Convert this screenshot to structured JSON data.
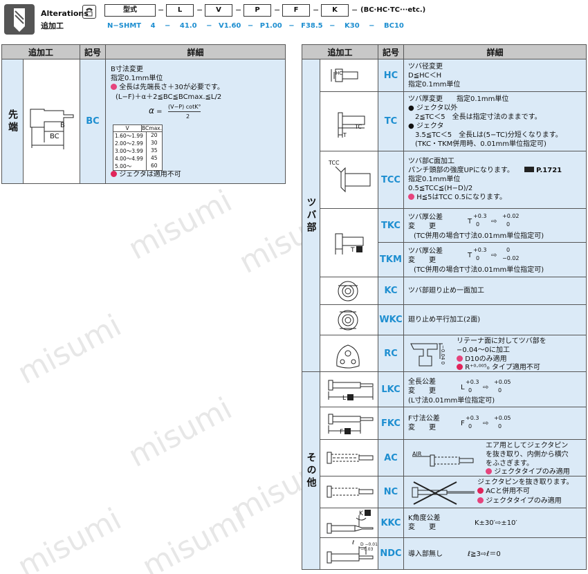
{
  "header": {
    "title_en": "Alterations",
    "title_jp": "追加工",
    "spec_items": [
      "型式",
      "L",
      "V",
      "P",
      "F",
      "K"
    ],
    "etc": "(BC·HC·TC···etc.)",
    "example": [
      "N−SHMT",
      "4",
      "41.0",
      "V1.60",
      "P1.00",
      "F38.5",
      "K30",
      "BC10"
    ]
  },
  "left_table": {
    "headers": [
      "追加工",
      "記号",
      "詳細"
    ],
    "group": "先端",
    "row": {
      "code": "BC",
      "lines": [
        "B寸法変更",
        "指定0.1mm単位",
        "全長は先端長さ＋30が必要です。",
        "(L−F)＋α＋2≦BC≦BCmax.≦L/2"
      ],
      "formula_alpha": "α",
      "formula_num": "(V−P) cotK°",
      "formula_den": "2",
      "table_headers": [
        "V",
        "BCmax."
      ],
      "table_rows": [
        [
          "1.60〜1.99",
          "20"
        ],
        [
          "2.00〜2.99",
          "30"
        ],
        [
          "3.00〜3.99",
          "35"
        ],
        [
          "4.00〜4.99",
          "45"
        ],
        [
          "5.00〜",
          "60"
        ]
      ],
      "note": "ジェクタは適用不可",
      "dim_b": "B",
      "dim_bc": "BC"
    }
  },
  "right_table": {
    "headers": [
      "追加工",
      "記号",
      "詳細"
    ],
    "group1": "ツバ部",
    "group2": "その他",
    "rows": [
      {
        "code": "HC",
        "lines": [
          "ツバ径変更",
          "D≦HC＜H",
          "指定0.1mm単位"
        ],
        "fig": "HC"
      },
      {
        "code": "TC",
        "lines": [
          "ツバ厚変更　　指定0.1mm単位",
          "● ジェクタ以外",
          "　2≦TC＜5　全長は指定寸法のままです。",
          "● ジェクタ",
          "　3.5≦TC＜5　全長Lは(5−TC)分短くなります。",
          "　(TKC・TKM併用時、0.01mm単位指定可)"
        ],
        "fig": "TC"
      },
      {
        "code": "TCC",
        "lines": [
          "ツバ部C面加工",
          "パンチ頭部の強度UPになります。",
          "指定0.1mm単位",
          "0.5≦TCC≦(H−D)/2",
          "H≦5はTCC 0.5になります。"
        ],
        "ref": "P.1721",
        "fig": "TCC"
      },
      {
        "code": "TKC",
        "lines": [
          "ツバ厚公差",
          "変　　更",
          "(TC併用の場合T寸法0.01mm単位指定可)"
        ],
        "tol": [
          "T",
          "+0.3",
          "0",
          "+0.02",
          "0"
        ],
        "fig": "T"
      },
      {
        "code": "TKM",
        "lines": [
          "ツバ厚公差",
          "変　　更",
          "(TC併用の場合T寸法0.01mm単位指定可)"
        ],
        "tol": [
          "T",
          "+0.3",
          "0",
          "0",
          "−0.02"
        ],
        "fig": ""
      },
      {
        "code": "KC",
        "lines": [
          "ツバ部廻り止め一面加工"
        ],
        "fig": "KC"
      },
      {
        "code": "WKC",
        "lines": [
          "廻り止め平行加工(2面)"
        ],
        "fig": "WKC"
      },
      {
        "code": "RC",
        "lines": [
          "リテーナ面に対してツバ部を",
          "−0.04〜0に加工",
          "D10のみ適用",
          "R⁺⁰·⁰⁰⁵₀ タイプ適用不可"
        ],
        "fig": "RC",
        "dim": "−0.04 0"
      },
      {
        "code": "LKC",
        "lines": [
          "全長公差",
          "変　　更",
          "(L寸法0.01mm単位指定可)"
        ],
        "tol": [
          "L",
          "+0.3",
          "0",
          "+0.05",
          "0"
        ],
        "fig": "L"
      },
      {
        "code": "FKC",
        "lines": [
          "F寸法公差",
          "変　　更"
        ],
        "tol": [
          "F",
          "+0.3",
          "0",
          "+0.05",
          "0"
        ],
        "fig": "F"
      },
      {
        "code": "AC",
        "lines": [
          "エア用としてジェクタピン",
          "を抜き取り、内側から横穴",
          "をふさぎます。",
          "ジェクタタイプのみ適用"
        ],
        "fig": "AC",
        "air": "AIR"
      },
      {
        "code": "NC",
        "lines": [
          "ジェクタピンを抜き取ります。",
          "ACと併用不可",
          "ジェクタタイプのみ適用"
        ],
        "fig": "NC"
      },
      {
        "code": "KKC",
        "lines": [
          "K角度公差",
          "変　　更"
        ],
        "tol_text": "K±30′⇨±10′",
        "fig": "K"
      },
      {
        "code": "NDC",
        "lines": [
          "導入部無し"
        ],
        "tol_text": "ℓ≧3⇨ℓ＝0",
        "fig": "NDC",
        "dim": "D −0.01 −0.03"
      }
    ]
  },
  "watermark": "misumi",
  "colors": {
    "code_blue": "#1d8ed0",
    "header_gray": "#c8c8c8",
    "row_blue": "#dbeaf7",
    "icon_pink": "#e6447d"
  }
}
